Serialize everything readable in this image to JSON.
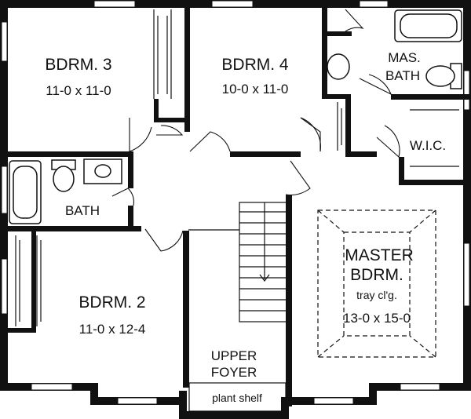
{
  "rooms": {
    "bdrm3": {
      "name": "BDRM. 3",
      "size": "11-0 x 11-0"
    },
    "bdrm4": {
      "name": "BDRM. 4",
      "size": "10-0 x 11-0"
    },
    "mas_bath": {
      "line1": "MAS.",
      "line2": "BATH"
    },
    "wic": {
      "name": "W.I.C."
    },
    "bath": {
      "name": "BATH"
    },
    "bdrm2": {
      "name": "BDRM. 2",
      "size": "11-0 x 12-4"
    },
    "master": {
      "line1": "MASTER",
      "line2": "BDRM.",
      "note": "tray cl'g.",
      "size": "13-0 x 15-0"
    },
    "foyer": {
      "line1": "UPPER",
      "line2": "FOYER"
    },
    "plant_shelf": {
      "label": "plant shelf"
    }
  }
}
